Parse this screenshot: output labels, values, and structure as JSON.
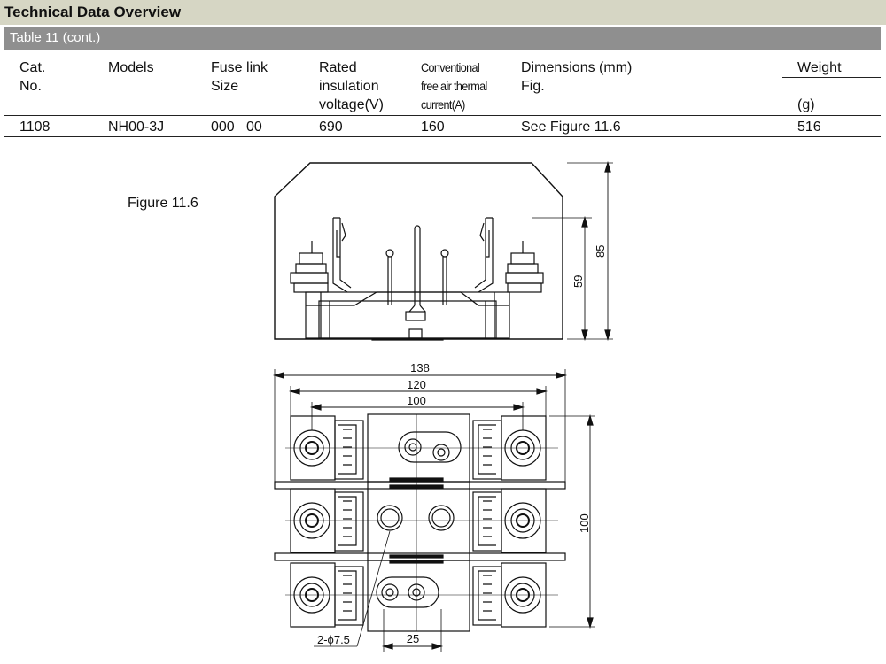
{
  "page": {
    "title": "Technical Data Overview",
    "table_caption": "Table 11 (cont.)"
  },
  "table": {
    "headers": {
      "cat": [
        "Cat.",
        "No."
      ],
      "models": [
        "Models"
      ],
      "fuse": [
        "Fuse link",
        "Size"
      ],
      "rated": [
        "Rated",
        "insulation",
        "voltage(V)"
      ],
      "conv": [
        "Conventional",
        "free air thermal",
        "current(A)"
      ],
      "dims": [
        "Dimensions (mm)",
        "Fig."
      ],
      "weight": [
        "Weight",
        "(g)"
      ]
    },
    "row": {
      "cat": "1108",
      "models": "NH00-3J",
      "fuse": "000   00",
      "rated": "690",
      "conv": "160",
      "dims": "See Figure 11.6",
      "weight": "516"
    }
  },
  "figure": {
    "label": "Figure 11.6",
    "dims": {
      "height_total": "85",
      "height_inner": "59",
      "width_138": "138",
      "width_120": "120",
      "width_100": "100",
      "depth_100": "100",
      "hole": "2-ϕ7.5",
      "pitch": "25"
    }
  }
}
